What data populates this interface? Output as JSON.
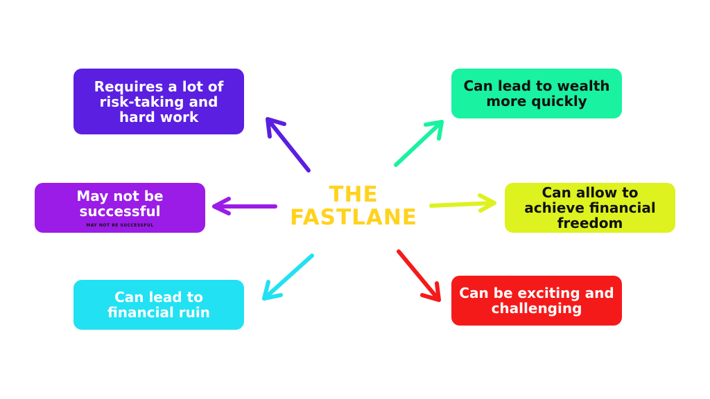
{
  "center": {
    "line1": "THE",
    "line2": "FASTLANE",
    "color": "#FFD21E"
  },
  "nodes": [
    {
      "text": "Requires a lot of risk-taking and hard work",
      "color": "#5A1FE0"
    },
    {
      "text": "May not be successful",
      "small_text": "MAY NOT BE SUCCESSFUL",
      "color": "#9A1CE6"
    },
    {
      "text": "Can lead to financial ruin",
      "color": "#22E1F2"
    },
    {
      "text": "Can lead to wealth more quickly",
      "color": "#19F2A0"
    },
    {
      "text": "Can allow to achieve financial freedom",
      "color": "#DDF21F"
    },
    {
      "text": "Can be exciting and challenging",
      "color": "#F51A1A"
    }
  ],
  "arrow_colors": [
    "#5A1FE0",
    "#9A1CE6",
    "#22E1F2",
    "#19F2A0",
    "#DDF21F",
    "#F51A1A"
  ]
}
